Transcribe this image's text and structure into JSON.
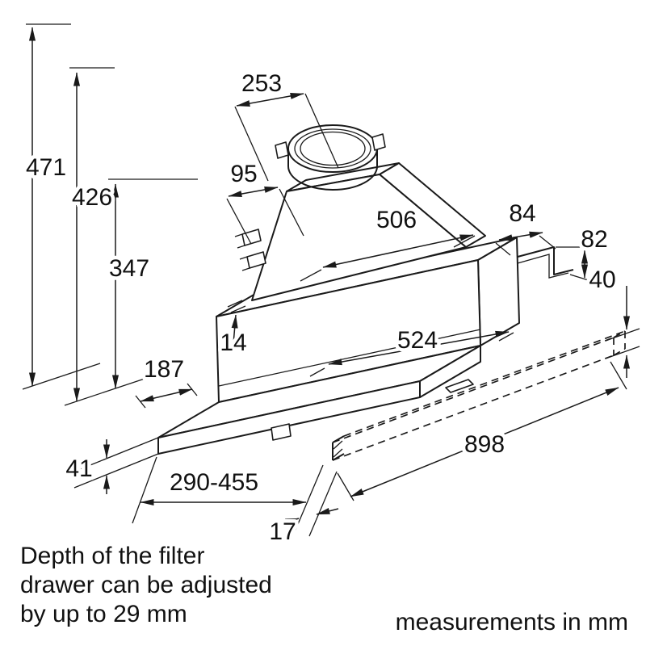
{
  "diagram": {
    "dims": {
      "d471": "471",
      "d426": "426",
      "d347": "347",
      "d253": "253",
      "d95": "95",
      "d506": "506",
      "d524": "524",
      "d84": "84",
      "d82": "82",
      "d40": "40",
      "d898": "898",
      "d290_455": "290-455",
      "d187": "187",
      "d14": "14",
      "d41": "41",
      "d17": "17"
    },
    "notes": {
      "filter_line1": "Depth of the filter",
      "filter_line2": "drawer can be adjusted",
      "filter_line3": "by up to 29 mm",
      "units_note": "measurements in mm"
    }
  }
}
